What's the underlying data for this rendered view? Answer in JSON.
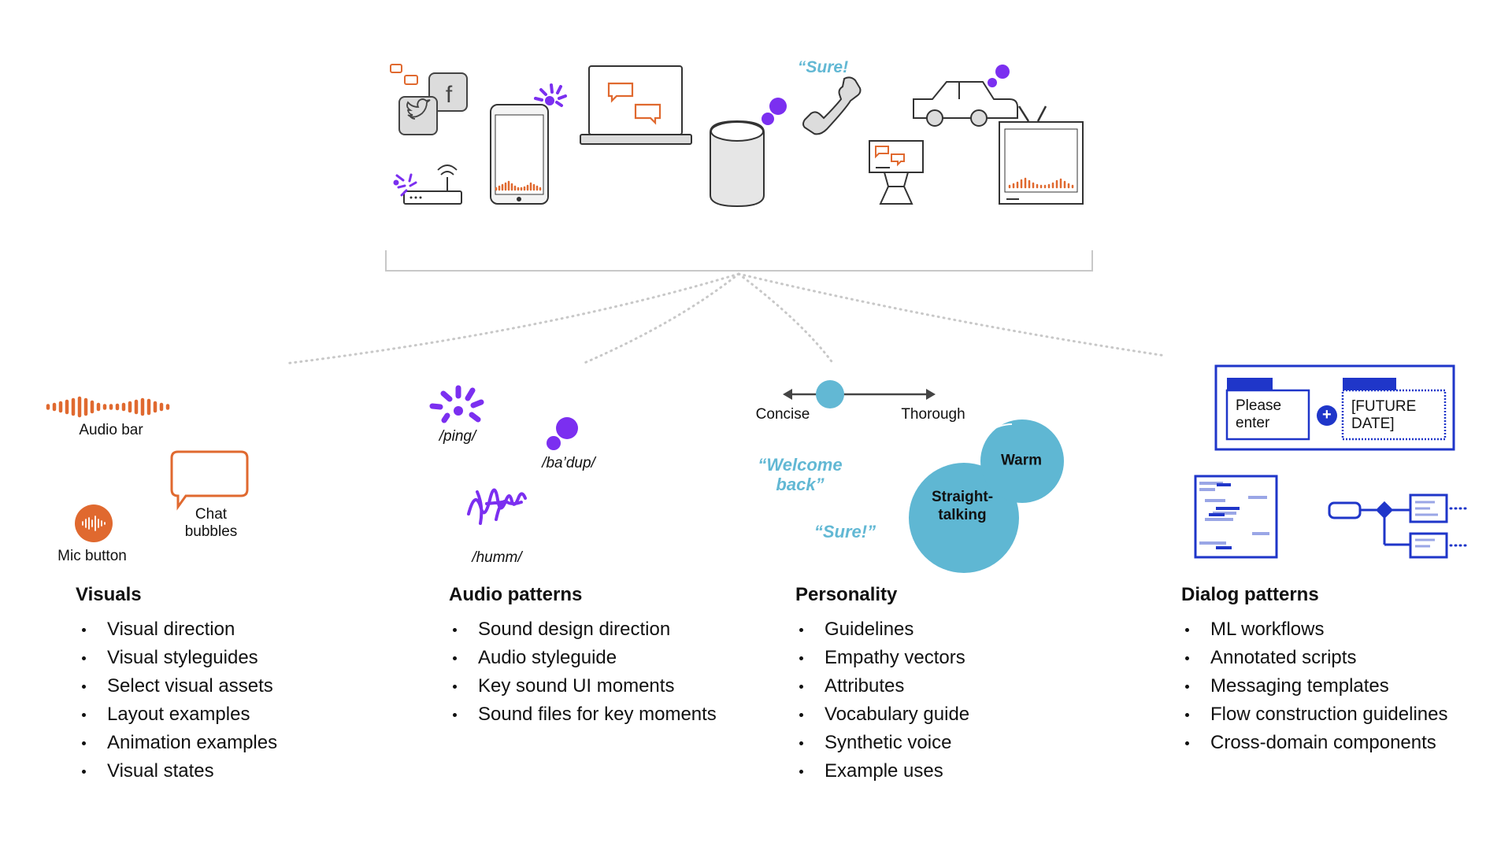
{
  "devices": {
    "quote_sure": "“Sure!"
  },
  "visuals_icons": {
    "audio_bar": "Audio bar",
    "chat_bubbles": "Chat\nbubbles",
    "mic_button": "Mic button"
  },
  "audio_icons": {
    "ping": "/ping/",
    "badup": "/ba’dup/",
    "humm": "/humm/"
  },
  "personality_icons": {
    "concise": "Concise",
    "thorough": "Thorough",
    "welcome_back": "“Welcome\nback”",
    "sure": "“Sure!”",
    "warm": "Warm",
    "straight_talking": "Straight-\ntalking"
  },
  "dialog_icons": {
    "please_enter": "Please\nenter",
    "future_date": "[FUTURE\nDATE]",
    "plus": "+"
  },
  "sections": [
    {
      "title": "Visuals",
      "items": [
        "Visual direction",
        "Visual styleguides",
        "Select visual assets",
        "Layout examples",
        "Animation examples",
        "Visual states"
      ]
    },
    {
      "title": "Audio patterns",
      "items": [
        "Sound design direction",
        "Audio styleguide",
        "Key sound UI moments",
        "Sound files for key moments"
      ]
    },
    {
      "title": "Personality",
      "items": [
        "Guidelines",
        "Empathy vectors",
        "Attributes",
        "Vocabulary guide",
        "Synthetic voice",
        "Example uses"
      ]
    },
    {
      "title": "Dialog patterns",
      "items": [
        "ML workflows",
        "Annotated scripts",
        "Messaging templates",
        "Flow construction guidelines",
        "Cross-domain components"
      ]
    }
  ],
  "colors": {
    "orange": "#e0692f",
    "purple": "#7b2ff0",
    "blue_accent": "#62b8d4",
    "dialog_blue": "#1f36c9",
    "gray_outline": "#555555",
    "dotted_gray": "#c8c8c8"
  }
}
